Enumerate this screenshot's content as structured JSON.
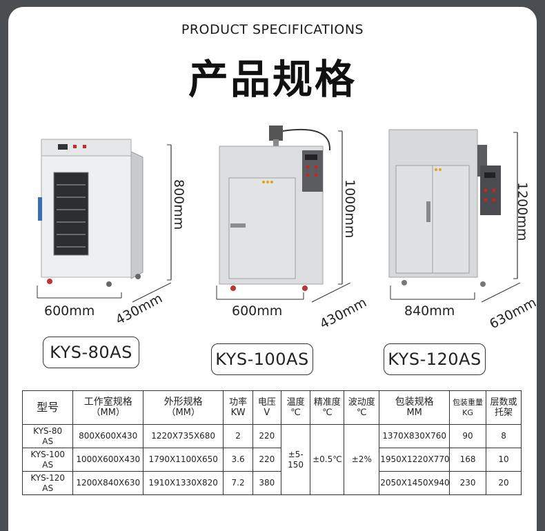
{
  "header": {
    "subtitle": "PRODUCT SPECIFICATIONS",
    "title": "产品规格"
  },
  "products": [
    {
      "model": "KYS-80AS",
      "height": "800mm",
      "width": "600mm",
      "depth": "430mm"
    },
    {
      "model": "KYS-100AS",
      "height": "1000mm",
      "width": "600mm",
      "depth": "430mm"
    },
    {
      "model": "KYS-120AS",
      "height": "1200mm",
      "width": "840mm",
      "depth": "630mm"
    }
  ],
  "table": {
    "headers": {
      "model": "型号",
      "chamber": "工作室规格",
      "chamber_unit": "（MM）",
      "outer": "外形规格",
      "outer_unit": "（MM）",
      "power": "功率",
      "power_unit": "KW",
      "voltage": "电压",
      "voltage_unit": "V",
      "temp": "温度",
      "temp_unit": "℃",
      "accuracy": "精准度",
      "accuracy_unit": "℃",
      "fluct": "波动度",
      "fluct_unit": "℃",
      "pack": "包装规格",
      "pack_unit": "MM",
      "weight": "包装重量",
      "weight_unit": "KG",
      "layers": "层数或",
      "layers2": "托架"
    },
    "shared": {
      "temp": "±5-150",
      "accuracy": "±0.5℃",
      "fluct": "±2%"
    },
    "rows": [
      {
        "model1": "KYS-80",
        "model2": "AS",
        "chamber": "800X600X430",
        "outer": "1220X735X680",
        "power": "2",
        "voltage": "220",
        "pack": "1370X830X760",
        "weight": "90",
        "layers": "8"
      },
      {
        "model1": "KYS-100",
        "model2": "AS",
        "chamber": "1000X600X430",
        "outer": "1790X1100X650",
        "power": "3.6",
        "voltage": "220",
        "pack": "1950X1220X770",
        "weight": "168",
        "layers": "10"
      },
      {
        "model1": "KYS-120",
        "model2": "AS",
        "chamber": "1200X840X630",
        "outer": "1910X1330X820",
        "power": "7.2",
        "voltage": "380",
        "pack": "2050X1450X940",
        "weight": "230",
        "layers": "20"
      }
    ]
  }
}
